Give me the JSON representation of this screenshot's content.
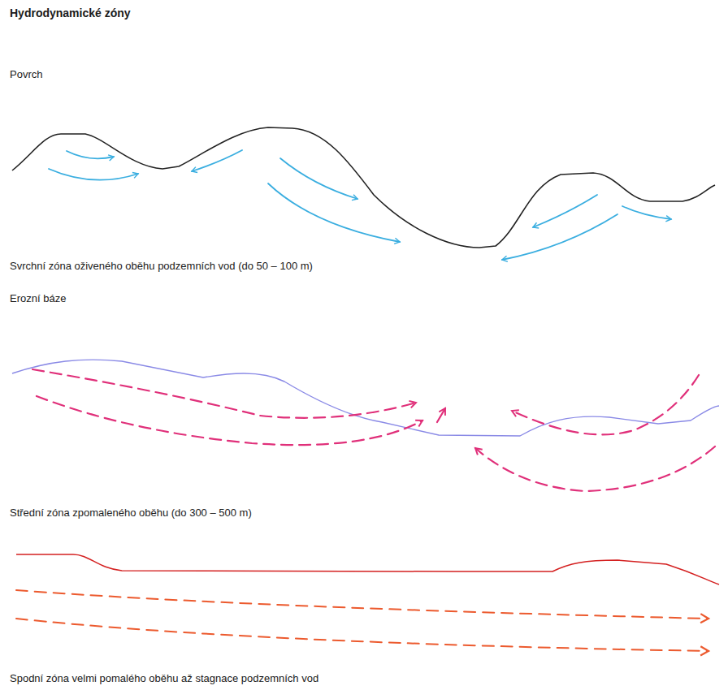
{
  "diagram": {
    "title": "Hydrodynamické zóny",
    "labels": [
      "Povrch",
      "Svrchní zóna oživeného oběhu podzemních vod (do 50 – 100 m)",
      "Erozní báze",
      "Střední zóna zpomaleného oběhu (do 300 – 500 m)",
      "Spodní zóna velmi pomalého oběhu až stagnace podzemních vod"
    ]
  }
}
